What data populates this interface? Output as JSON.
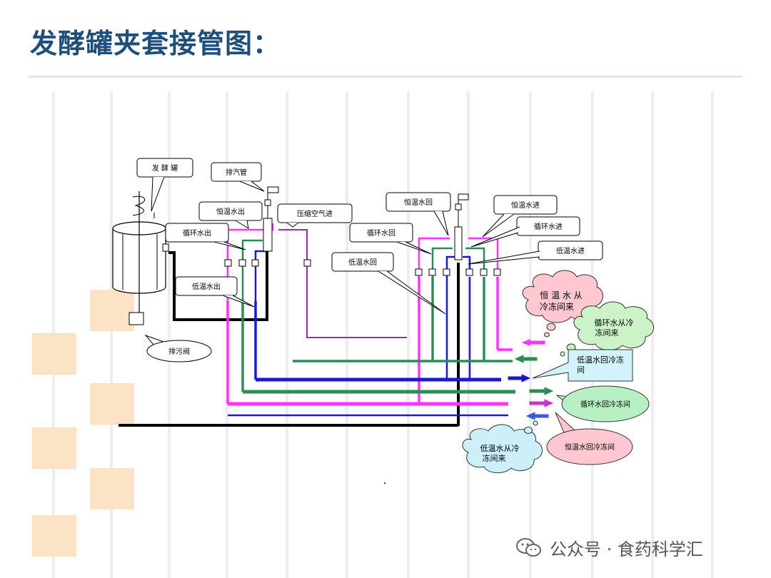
{
  "title": "发酵罐夹套接管图：",
  "labels": {
    "fermenter": "发 酵 罐",
    "exhaust_pipe": "排汽管",
    "const_temp_out": "恒温水出",
    "compressed_air_in": "压缩空气进",
    "circ_water_out": "循环水出",
    "low_temp_out": "低温水出",
    "drain_valve": "排污阀",
    "const_temp_return": "恒温水回",
    "circ_water_return": "循环水回",
    "low_temp_return": "低温水回",
    "const_temp_in": "恒温水进",
    "circ_water_in": "循环水进",
    "low_temp_in": "低温水进"
  },
  "clouds": {
    "const_temp_from_cold_room_1": "恒 温 水 从",
    "const_temp_from_cold_room_2": "冷冻间来",
    "circ_from_cold_room_1": "循环水从冷",
    "circ_from_cold_room_2": "冻间来",
    "low_from_cold_room_1": "低温水从冷",
    "low_from_cold_room_2": "冻间来"
  },
  "callouts": {
    "low_return_cold_room_1": "低温水回冷冻",
    "low_return_cold_room_2": "间",
    "circ_return_cold_room": "循环水回冷冻间",
    "const_return_cold_room": "恒温水回冷冻间"
  },
  "colors": {
    "magenta": "#ff33ff",
    "green": "#2e8b57",
    "blue": "#1a1acc",
    "purple": "#9a2aa8",
    "black": "#000000",
    "title": "#1f4e79"
  },
  "watermark": {
    "icon": "wechat-icon",
    "text": "公众号 · 食药科学汇"
  }
}
